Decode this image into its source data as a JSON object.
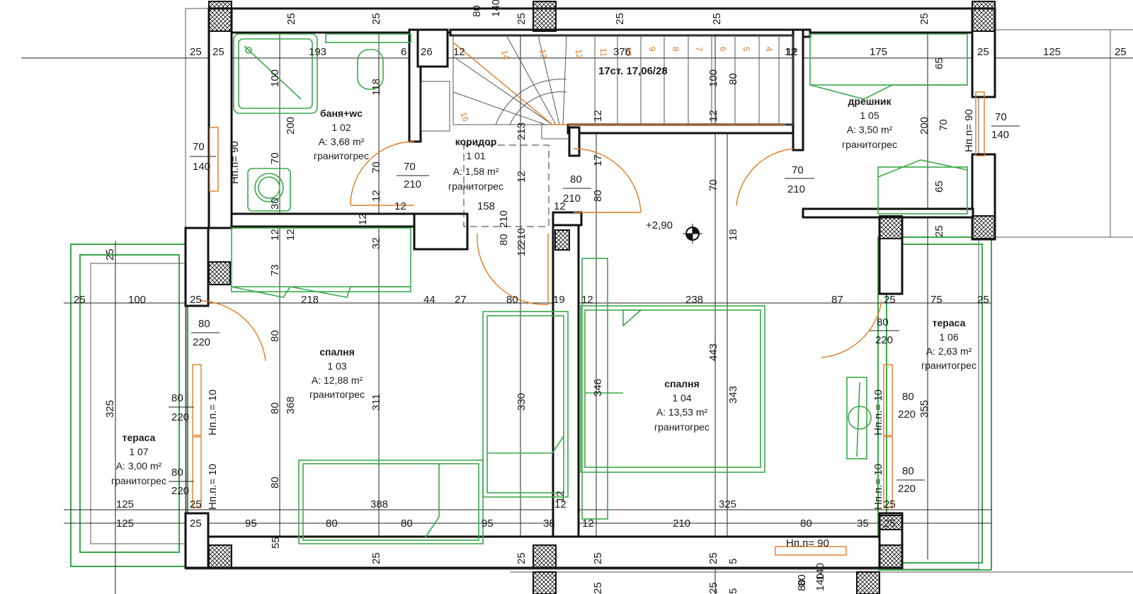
{
  "rooms": {
    "bath": {
      "name": "баня+wc",
      "number": "1 02",
      "area": "A: 3,68 m²",
      "floor": "гранитогрес"
    },
    "corridor": {
      "name": "коридор",
      "number": "1 01",
      "area": "A: 1,58 m²",
      "floor": "гранитогрес"
    },
    "closet": {
      "name": "дрешник",
      "number": "1 05",
      "area": "A: 3,50 m²",
      "floor": "гранитогрес"
    },
    "bedroom1": {
      "name": "спалня",
      "number": "1 03",
      "area": "A: 12,88 m²",
      "floor": "гранитогрес"
    },
    "bedroom2": {
      "name": "спалня",
      "number": "1 04",
      "area": "A: 13,53 m²",
      "floor": "гранитогрес"
    },
    "terrace_right": {
      "name": "тераса",
      "number": "1 06",
      "area": "A: 2,63 m²",
      "floor": "гранитогрес"
    },
    "terrace_left": {
      "name": "тераса",
      "number": "1 07",
      "area": "A: 3,00 m²",
      "floor": "гранитогрес"
    }
  },
  "annotations": {
    "stairs": "17ст. 17,06/28",
    "level": "+2,90",
    "window_sill_90": "Нп.п= 90",
    "window_sill_10": "Нп.п.= 10"
  },
  "stair_steps": [
    "16",
    "14",
    "13",
    "12",
    "11",
    "10",
    "9",
    "8",
    "7",
    "6",
    "5",
    "4"
  ],
  "dims": {
    "top_row": [
      "25",
      "25",
      "193",
      "6",
      "26",
      "12",
      "376",
      "12",
      "175",
      "25",
      "125",
      "25"
    ],
    "top_heights": [
      "25",
      "25",
      "80",
      "140",
      "25",
      "25",
      "25",
      "25"
    ],
    "mid_row": [
      "25",
      "100",
      "25",
      "218",
      "44",
      "27",
      "80",
      "19",
      "12",
      "238",
      "87",
      "25",
      "75",
      "25"
    ],
    "bottom_row_a": [
      "125",
      "25",
      "388",
      "12",
      "325",
      "25"
    ],
    "bottom_row_b": [
      "125",
      "25",
      "95",
      "80",
      "80",
      "95",
      "38",
      "12",
      "210",
      "80",
      "35",
      "25"
    ],
    "bottom_heights": [
      "25",
      "25",
      "25",
      "25",
      "5",
      "80",
      "140",
      "25",
      "25",
      "5",
      "55"
    ],
    "vertical": [
      "100",
      "200",
      "70",
      "118",
      "70",
      "12",
      "12",
      "32",
      "12",
      "12",
      "73",
      "213",
      "12",
      "17",
      "80",
      "100",
      "12",
      "70",
      "18",
      "65",
      "200",
      "70",
      "65",
      "25",
      "80",
      "368",
      "80",
      "80",
      "311",
      "330",
      "346",
      "443",
      "343",
      "355",
      "325",
      "12",
      "25",
      "30"
    ],
    "doors": [
      {
        "w": "70",
        "h": "140"
      },
      {
        "w": "70",
        "h": "210"
      },
      {
        "w": "80",
        "h": "210"
      },
      {
        "w": "80",
        "h": "210"
      },
      {
        "w": "70",
        "h": "210"
      },
      {
        "w": "70",
        "h": "140"
      },
      {
        "w": "80",
        "h": "220"
      },
      {
        "w": "80",
        "h": "220"
      },
      {
        "w": "80",
        "h": "220"
      },
      {
        "w": "80",
        "h": "220"
      },
      {
        "w": "80",
        "h": "220"
      },
      {
        "w": "80",
        "h": "220"
      },
      {
        "w": "80",
        "h": "140"
      }
    ],
    "misc": [
      "158",
      "12",
      "12",
      "12",
      "12",
      "80",
      "12",
      "210"
    ]
  },
  "colors": {
    "wall": "#111111",
    "furniture": "#3aa84a",
    "door": "#e07b22"
  }
}
